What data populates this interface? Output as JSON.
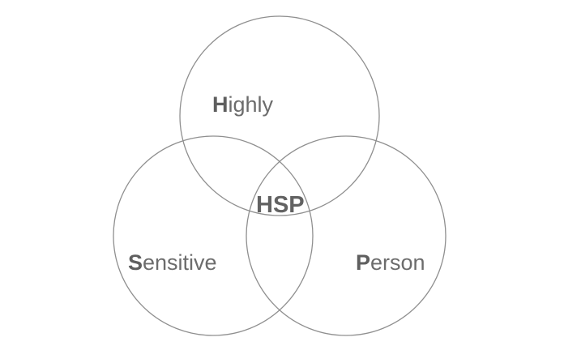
{
  "diagram": {
    "sets": [
      {
        "id": "highly",
        "initial": "H",
        "rest": "ighly"
      },
      {
        "id": "sensitive",
        "initial": "S",
        "rest": "ensitive"
      },
      {
        "id": "person",
        "initial": "P",
        "rest": "erson"
      }
    ],
    "intersection_label": "HSP",
    "colors": {
      "stroke": "#8f8f8f",
      "text": "#6c6c6c",
      "background": "#ffffff"
    }
  }
}
